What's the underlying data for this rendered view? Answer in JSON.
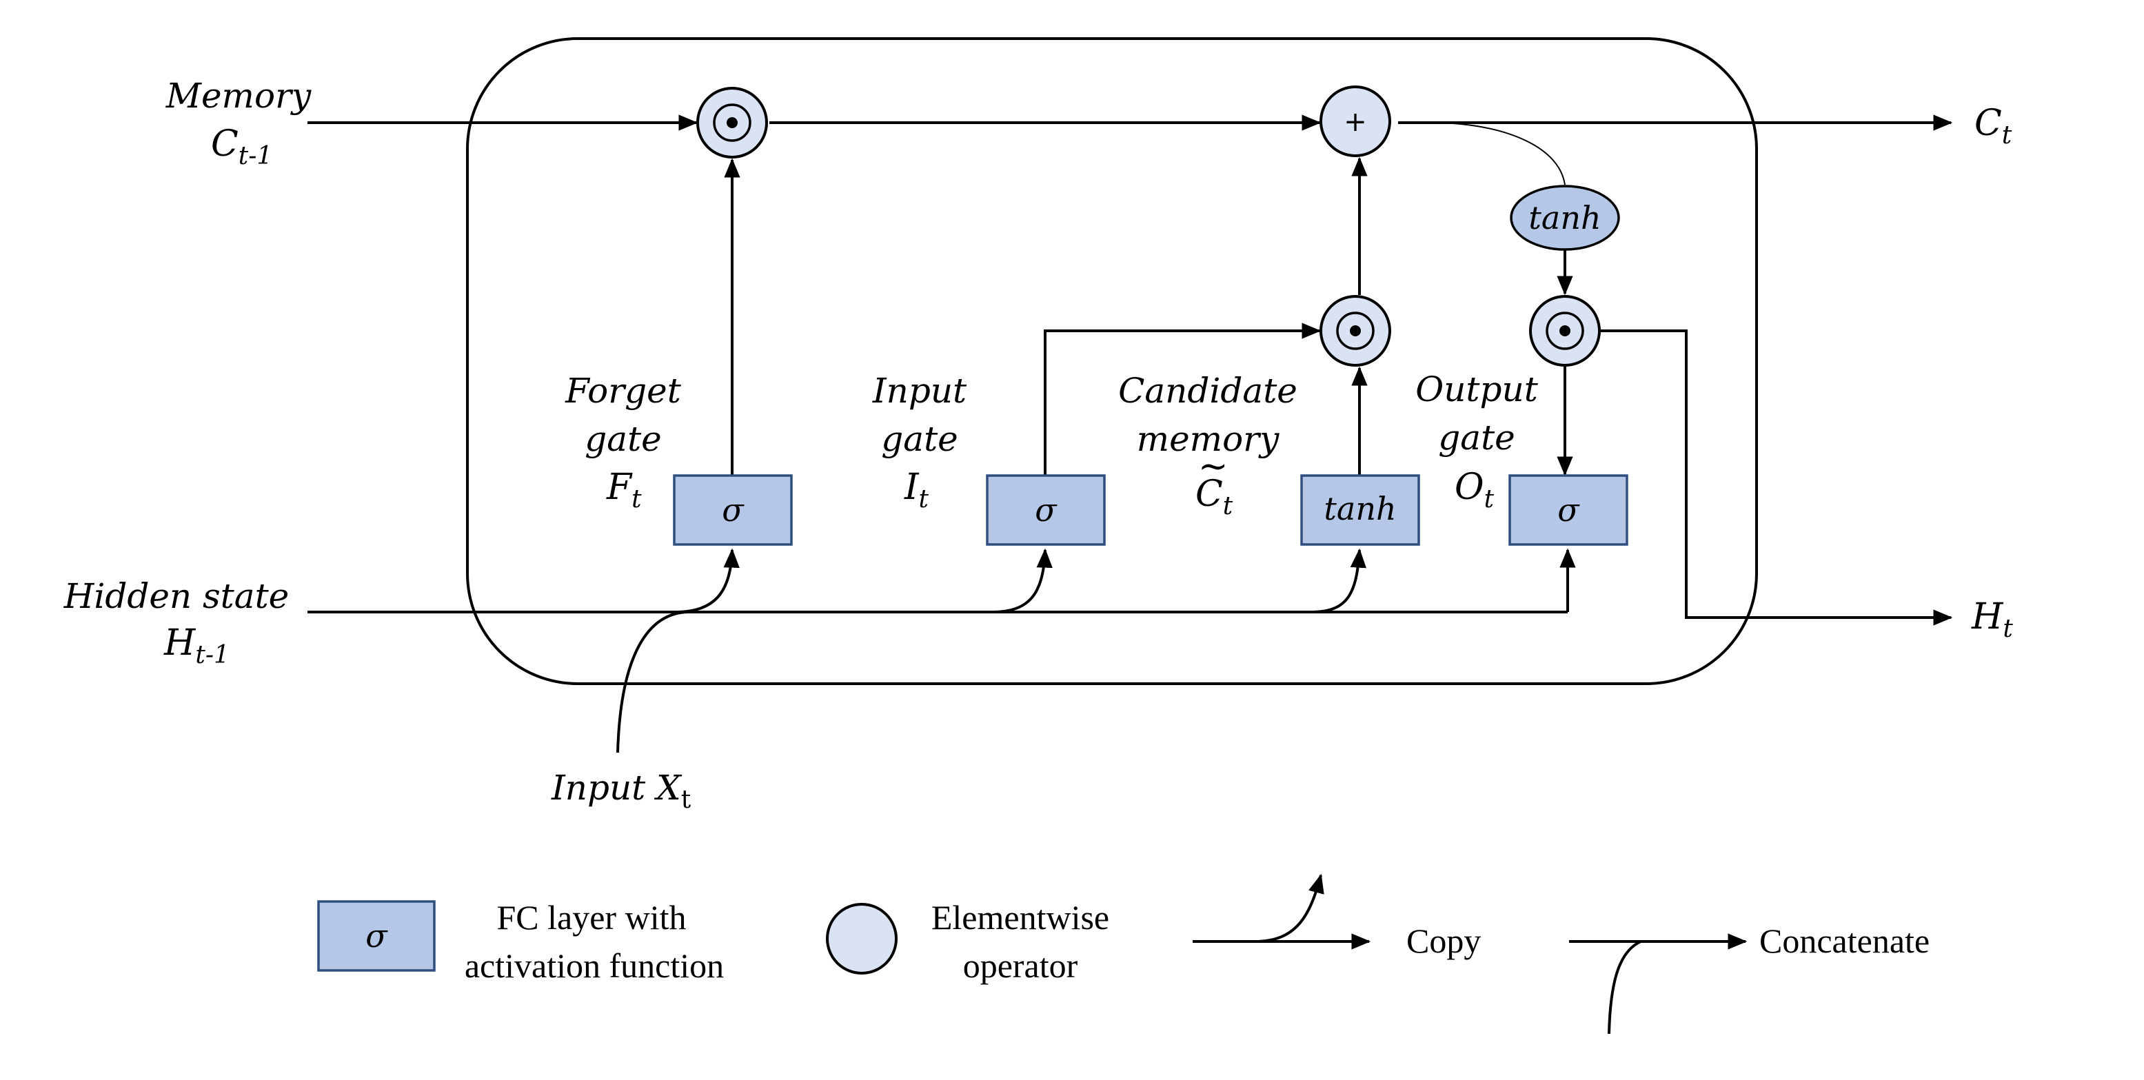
{
  "inputs": {
    "memory": {
      "line1": "Memory",
      "sym": "C",
      "sub": "t-1"
    },
    "hidden": {
      "line1": "Hidden state",
      "sym": "H",
      "sub": "t-1"
    },
    "x": {
      "text": "Input ",
      "sym": "X",
      "sub": "t"
    }
  },
  "outputs": {
    "c": {
      "sym": "C",
      "sub": "t"
    },
    "h": {
      "sym": "H",
      "sub": "t"
    }
  },
  "gates": {
    "forget": {
      "line1": "Forget",
      "line2": "gate",
      "sym": "F",
      "sub": "t",
      "fn": "σ"
    },
    "input": {
      "line1": "Input",
      "line2": "gate",
      "sym": "I",
      "sub": "t",
      "fn": "σ"
    },
    "candidate": {
      "line1": "Candidate",
      "line2": "memory",
      "sym": "C",
      "accent": "~",
      "sub": "t",
      "fn": "tanh"
    },
    "output": {
      "line1": "Output",
      "line2": "gate",
      "sym": "O",
      "sub": "t",
      "fn": "σ"
    }
  },
  "ops": {
    "mul": "⊙",
    "add": "+",
    "tanh": "tanh"
  },
  "legend": {
    "fc_symbol": "σ",
    "fc_line1": "FC layer with",
    "fc_line2": "activation function",
    "elem_line1": "Elementwise",
    "elem_line2": "operator",
    "copy": "Copy",
    "concat": "Concatenate"
  },
  "colors": {
    "gate_fill": "#b4c7e7",
    "gate_stroke": "#2f4f7f",
    "op_fill": "#dae3f3"
  }
}
